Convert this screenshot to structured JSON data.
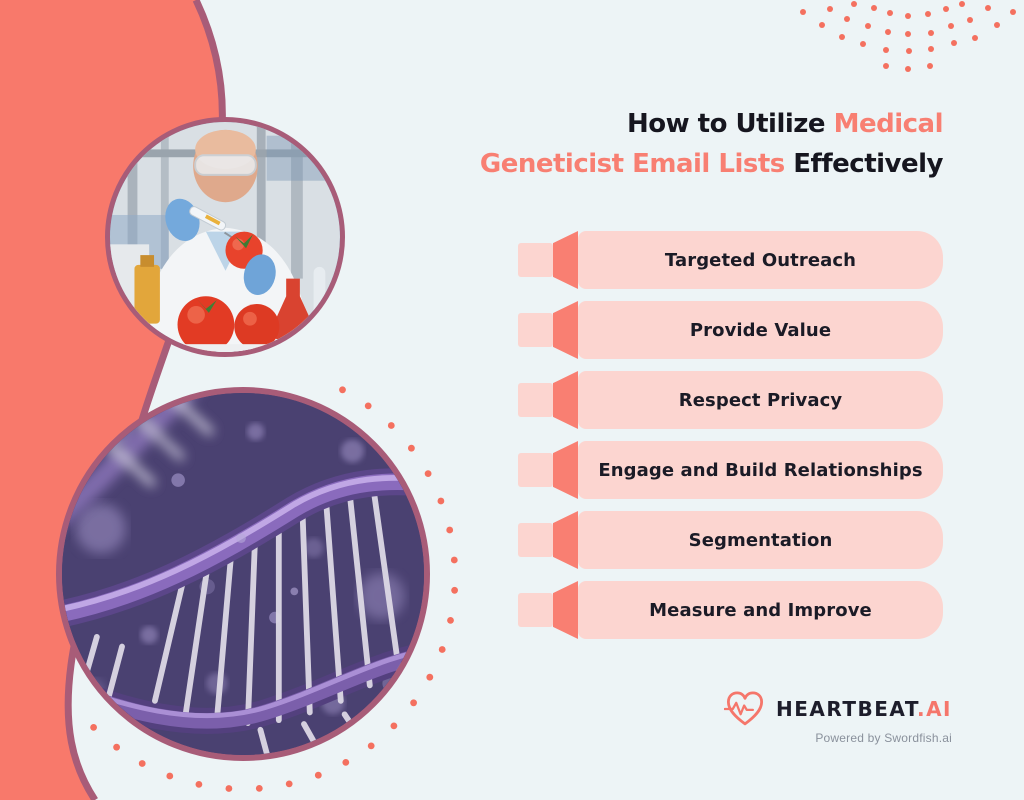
{
  "title": {
    "lines": [
      {
        "segments": [
          {
            "text": "How to Utilize ",
            "style": "dark"
          },
          {
            "text": "Medical",
            "style": "accent"
          }
        ]
      },
      {
        "segments": [
          {
            "text": "Geneticist Email Lists",
            "style": "accent"
          },
          {
            "text": " Effectively",
            "style": "dark"
          }
        ]
      }
    ]
  },
  "steps": [
    {
      "label": "Targeted Outreach"
    },
    {
      "label": "Provide Value"
    },
    {
      "label": "Respect Privacy"
    },
    {
      "label": "Engage and Build Relationships"
    },
    {
      "label": "Segmentation"
    },
    {
      "label": "Measure and Improve"
    }
  ],
  "brand": {
    "name": "HEARTBEAT",
    "suffix": ".AI",
    "tagline": "Powered by Swordfish.ai"
  },
  "images": [
    {
      "name": "scientist-tomato-photo",
      "alt": "Scientist with goggles injecting a tomato with a syringe"
    },
    {
      "name": "dna-helix-photo",
      "alt": "Purple DNA double helix"
    }
  ],
  "colors": {
    "background": "#EDF4F6",
    "accent_coral": "#F8796B",
    "outline_mauve": "#A85C78",
    "bar_pink": "#FCD5D0",
    "bar_arrow": "#F97F72",
    "text_dark": "#16161F",
    "tagline_gray": "#8A919C"
  }
}
